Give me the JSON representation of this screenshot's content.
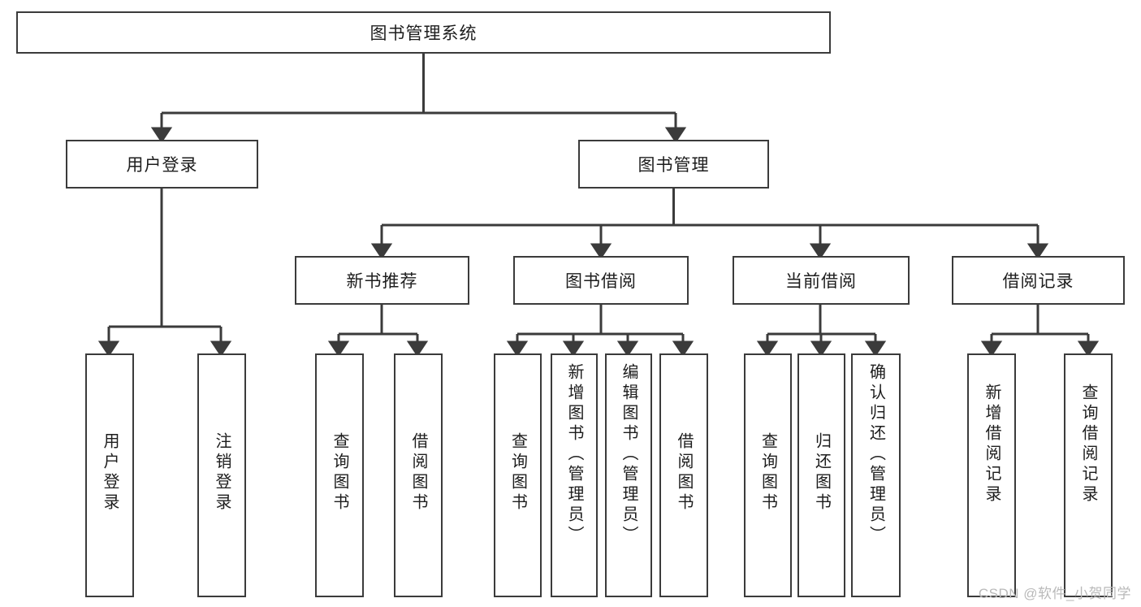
{
  "diagram": {
    "type": "tree",
    "title": "图书管理系统",
    "root": {
      "label": "图书管理系统"
    },
    "level2": [
      {
        "label": "用户登录"
      },
      {
        "label": "图书管理"
      }
    ],
    "level3": [
      {
        "label": "新书推荐"
      },
      {
        "label": "图书借阅"
      },
      {
        "label": "当前借阅"
      },
      {
        "label": "借阅记录"
      }
    ],
    "leaves": {
      "user_login": [
        {
          "label": "用户登录"
        },
        {
          "label": "注销登录"
        }
      ],
      "new_book": [
        {
          "label": "查询图书"
        },
        {
          "label": "借阅图书"
        }
      ],
      "book_borrow": [
        {
          "label": "查询图书"
        },
        {
          "label": "新增图书（管理员）"
        },
        {
          "label": "编辑图书（管理员）"
        },
        {
          "label": "借阅图书"
        }
      ],
      "current_borrow": [
        {
          "label": "查询图书"
        },
        {
          "label": "归还图书"
        },
        {
          "label": "确认归还（管理员）"
        }
      ],
      "borrow_record": [
        {
          "label": "新增借阅记录"
        },
        {
          "label": "查询借阅记录"
        }
      ]
    }
  },
  "watermark": {
    "text": "CSDN @软件_小贺同学"
  },
  "colors": {
    "border": "#3b3b3b",
    "text": "#1d1d1d",
    "background": "#ffffff",
    "watermark": "#b9b9b9"
  }
}
